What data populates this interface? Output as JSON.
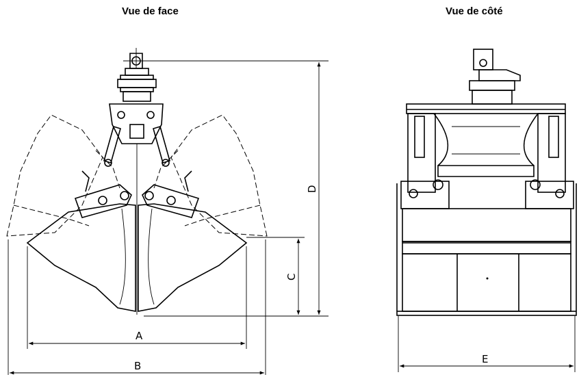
{
  "titles": {
    "front_view": "Vue de face",
    "side_view": "Vue de côté"
  },
  "dimensions": {
    "A": "A",
    "B": "B",
    "C": "C",
    "D": "D",
    "E": "E"
  }
}
